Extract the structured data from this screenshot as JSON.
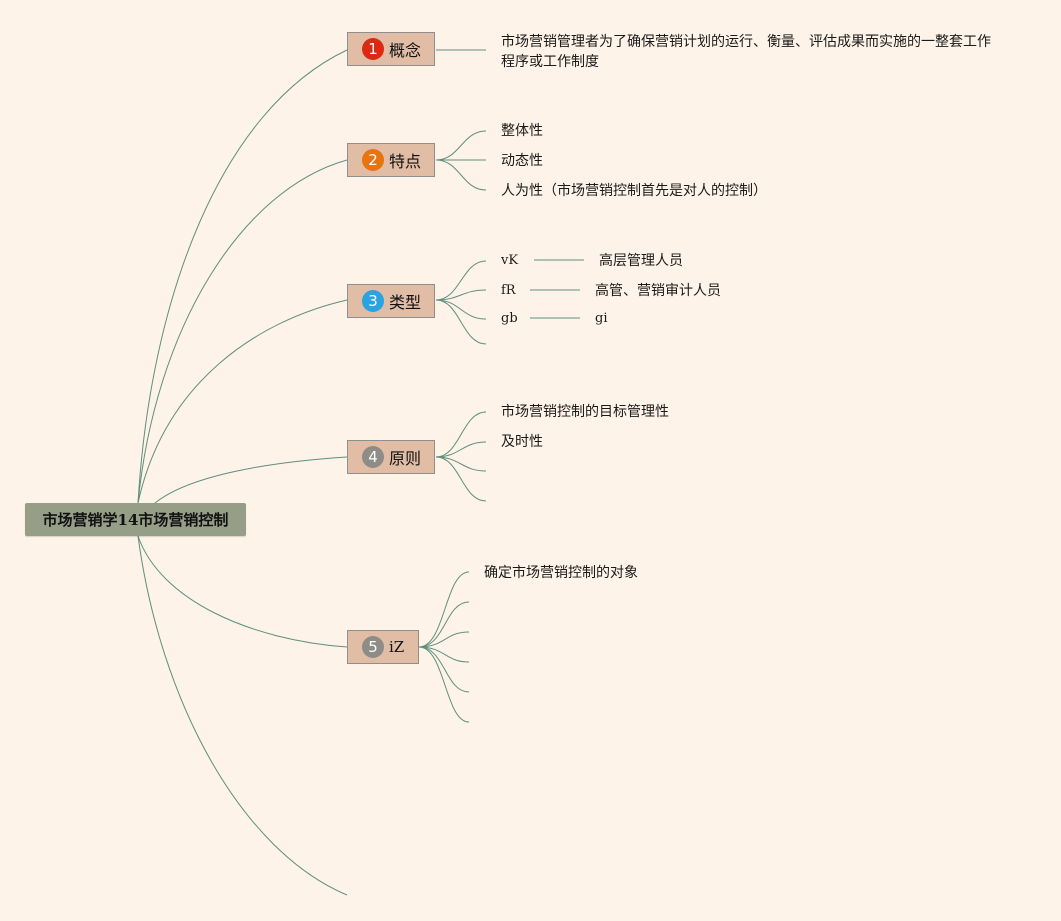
{
  "root": {
    "label": "市场营销学14市场营销控制"
  },
  "colors": {
    "background": "#fef3e8",
    "root_fill": "#979e87",
    "topic_fill": "#e1bda6",
    "link": "#5f8f7c",
    "badge_1": "#d92b14",
    "badge_2": "#e8730f",
    "badge_3": "#2aa3e0",
    "badge_4": "#8f8b87",
    "badge_5": "#8f8b87"
  },
  "topics": [
    {
      "number": "1",
      "label": "概念",
      "icon": "number-1-badge",
      "children": [
        "市场营销管理者为了确保营销计划的运行、衡量、评估成果而实施的一整套工作程序或工作制度"
      ]
    },
    {
      "number": "2",
      "label": "特点",
      "icon": "number-2-badge",
      "children": [
        "整体性",
        "动态性",
        "人为性（市场营销控制首先是对人的控制）"
      ]
    },
    {
      "number": "3",
      "label": "类型",
      "icon": "number-3-badge",
      "children": [
        {
          "label": "vK",
          "child": "高层管理人员"
        },
        {
          "label": "fR",
          "child": "高管、营销审计人员"
        },
        {
          "label": "gb",
          "child": "gi"
        },
        {
          "label": "",
          "child": ""
        }
      ]
    },
    {
      "number": "4",
      "label": "原则",
      "icon": "number-4-badge",
      "children": [
        "市场营销控制的目标管理性",
        "及时性",
        "",
        ""
      ]
    },
    {
      "number": "5",
      "label": "iZ",
      "icon": "number-5-badge",
      "children": [
        "确定市场营销控制的对象",
        "",
        "",
        "",
        "",
        ""
      ]
    }
  ]
}
